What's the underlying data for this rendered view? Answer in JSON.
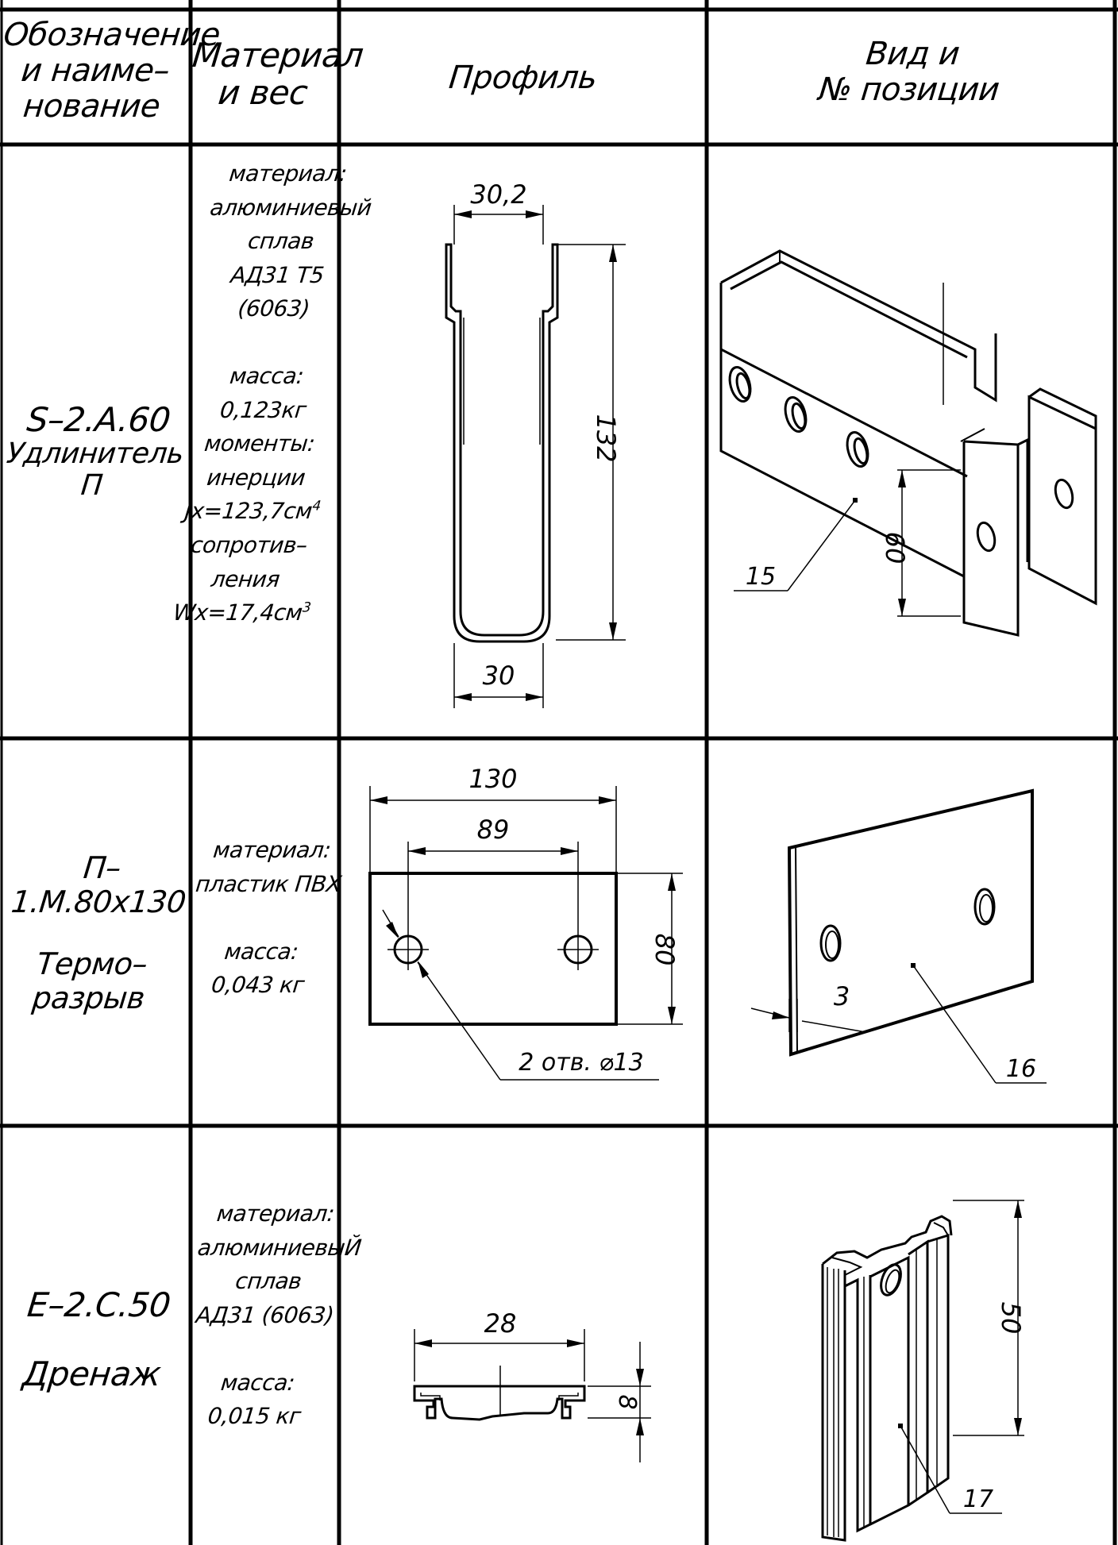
{
  "header": {
    "col1": [
      "Обозначение",
      "и наиме–",
      "нование"
    ],
    "col2": [
      "Материал",
      "и вес"
    ],
    "col3": "Профиль",
    "col4": [
      "Вид и",
      "№ позиции"
    ]
  },
  "rows": [
    {
      "designation": "S–2.A.60",
      "name": "Удлинитель П",
      "material_lines": [
        "материал:",
        "алюминиевый",
        "сплав",
        "АД31 Т5",
        "(6063)",
        "",
        "масса:",
        "0,123кг",
        "моменты:",
        "инерции"
      ],
      "inertia": "Jx=123,7см",
      "inertia_exp": "4",
      "resist_lines": [
        "сопротив–",
        "ления"
      ],
      "modulus": "Wx=17,4см",
      "modulus_exp": "3",
      "dims": {
        "top": "30,2",
        "bottom": "30",
        "height": "132",
        "view_height": "60",
        "position": "15"
      }
    },
    {
      "designation": "П–1.M.80x130",
      "name": "Термо–разрыв",
      "name_lines": [
        "Термо–",
        "разрыв"
      ],
      "material_lines": [
        "материал:",
        "пластик ПВХ",
        "",
        "масса:",
        "0,043 кг"
      ],
      "dims": {
        "width": "130",
        "holes_spacing": "89",
        "height": "80",
        "holes": "2 отв. ⌀13",
        "thickness": "3",
        "position": "16"
      }
    },
    {
      "designation": "E–2.C.50",
      "name": "Дренаж",
      "material_lines": [
        "материал:",
        "алюминиевыЙ",
        "сплав",
        "АД31 (6063)",
        "",
        "масса:",
        "0,015 кг"
      ],
      "dims": {
        "width": "28",
        "height": "8",
        "view_height": "50",
        "position": "17"
      }
    }
  ],
  "colors": {
    "line": "#000000",
    "background": "#ffffff"
  }
}
